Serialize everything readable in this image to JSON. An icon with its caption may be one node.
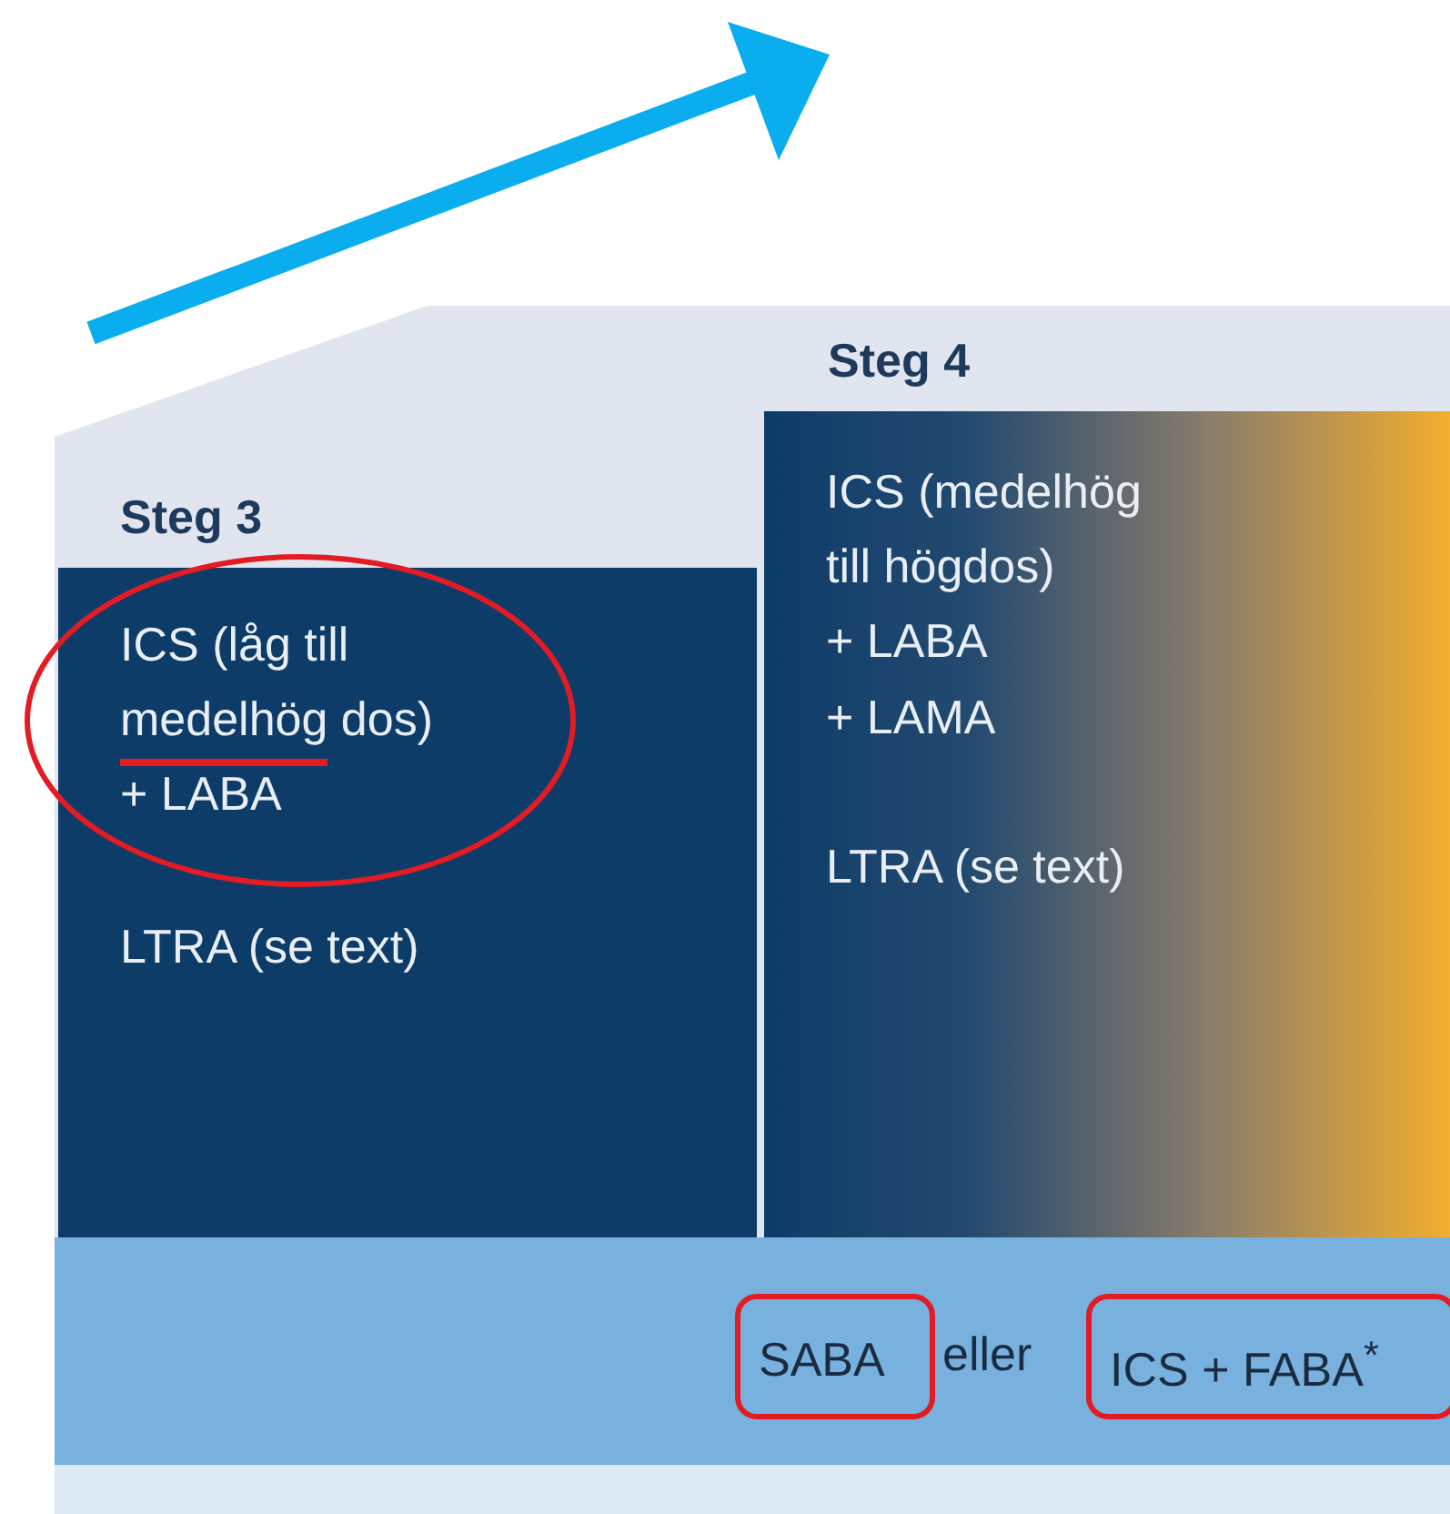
{
  "diagram": {
    "nodes": [
      {
        "text": [
          "Steg 3",
          "ICS (låg till medelhög dos)",
          "+ LABA",
          "LTRA (se text)"
        ]
      },
      {
        "text": [
          "Steg 4",
          "ICS (medelhög till högdos)",
          "+ LABA",
          "+ LAMA",
          "LTRA (se text)"
        ]
      },
      {
        "text": [
          "eller"
        ]
      },
      {
        "text": [
          "SABA"
        ],
        "in": 2
      },
      {
        "text": [
          "ICS + FABA$^{*}$"
        ],
        "in": 2
      }
    ]
  }
}
